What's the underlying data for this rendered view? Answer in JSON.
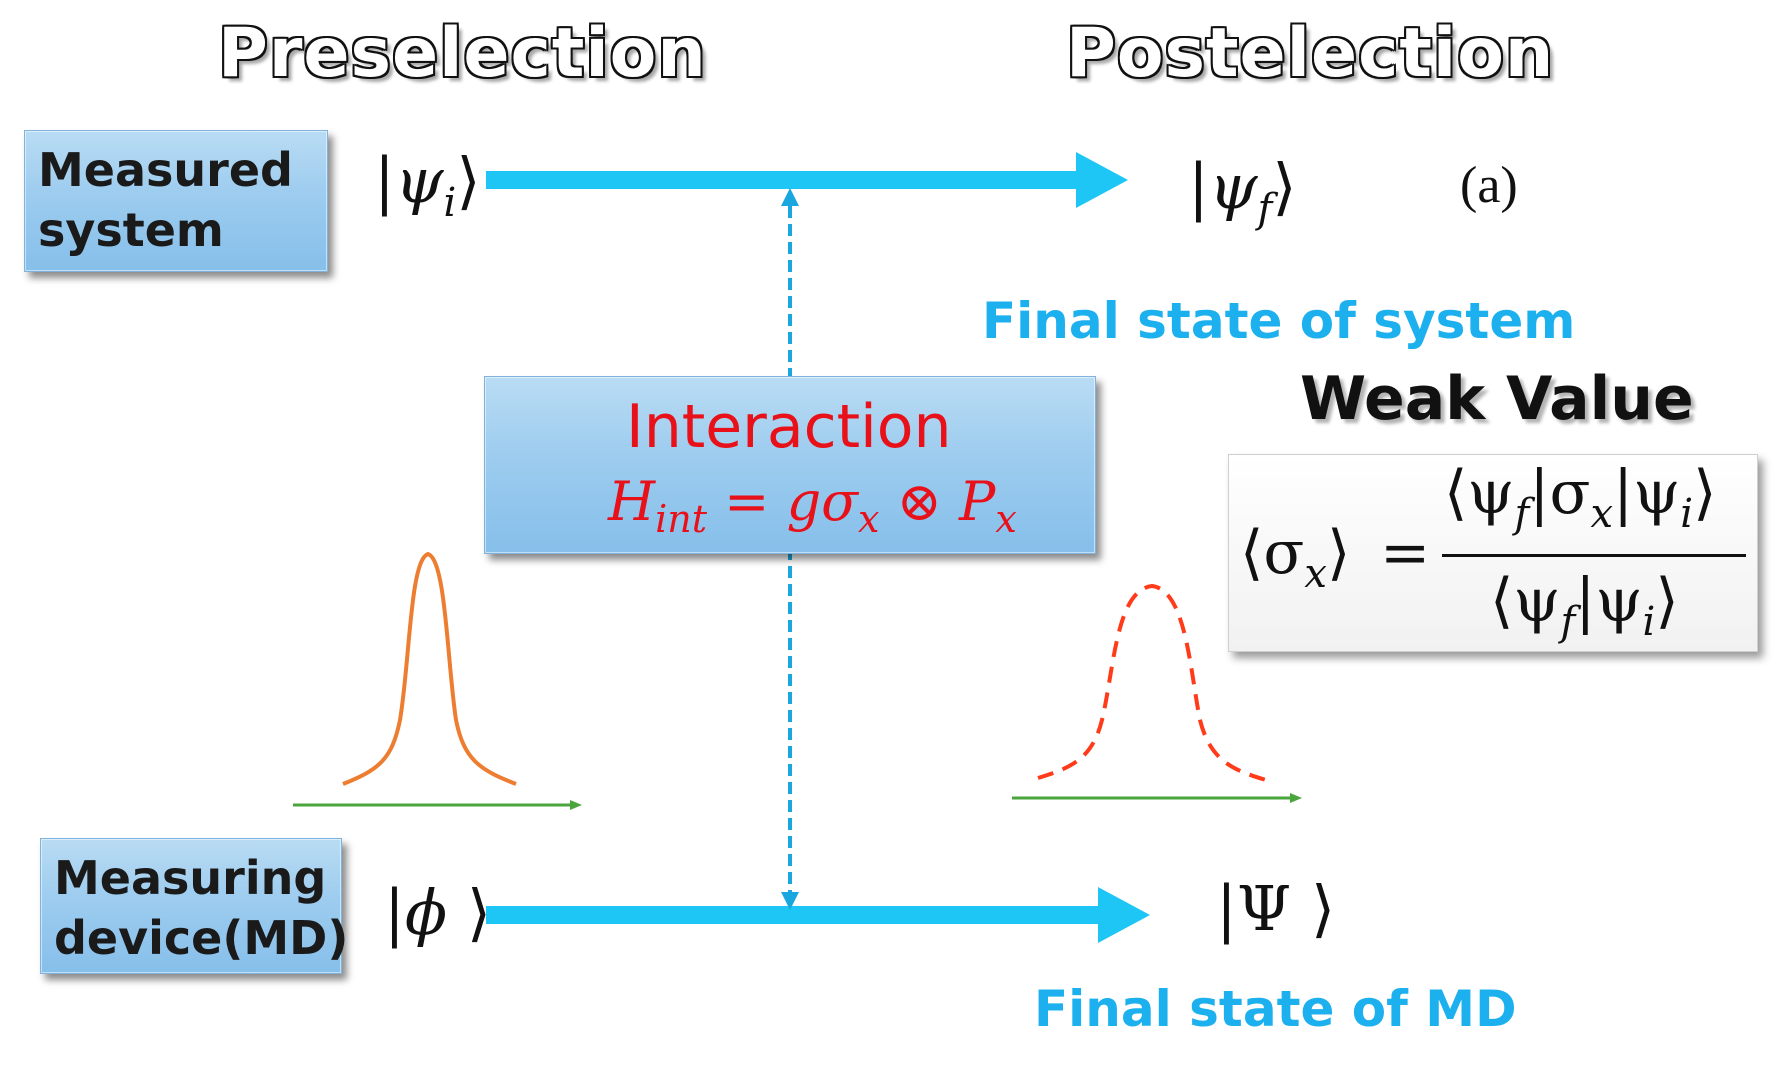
{
  "headings": {
    "left": "Preselection",
    "right": "Postelection"
  },
  "system_box": {
    "label": "Measured\nsystem"
  },
  "device_box": {
    "label": "Measuring\ndevice(MD)"
  },
  "states": {
    "psi_i": {
      "symbol": "ψ",
      "subscript": "i"
    },
    "psi_f": {
      "symbol": "ψ",
      "subscript": "f"
    },
    "phi": {
      "symbol": "ϕ"
    },
    "Psi": {
      "symbol": "Ψ"
    }
  },
  "panel_tag": "(a)",
  "final_state_system": "Final state of system",
  "final_state_md": "Final state of MD",
  "interaction": {
    "title": "Interaction",
    "equation": {
      "H": "H",
      "H_sub": "int",
      "equals_g": " = gσ",
      "sigma_sub": "x",
      "otimes_P": " ⊗ P",
      "P_sub": "x"
    }
  },
  "weak_value": {
    "title": "Weak Value",
    "lhs_open": "⟨σ",
    "lhs_sub": "x",
    "lhs_close": "⟩",
    "equals": "=",
    "numerator": {
      "a": "⟨ψ",
      "a_sub": "f",
      "b": "|σ",
      "b_sub": "x",
      "c": "|ψ",
      "c_sub": "i",
      "d": "⟩"
    },
    "denominator": {
      "a": "⟨ψ",
      "a_sub": "f",
      "b": "|ψ",
      "b_sub": "i",
      "c": "⟩"
    }
  },
  "colors": {
    "arrow": "#1ec6f5",
    "dashed_link": "#1aa7e0",
    "initial_pulse": "#ed7d31",
    "final_pulse": "#ff3b1a",
    "axis": "#4aa63c",
    "label_blue": "#1cb0ee",
    "interaction_red": "#e8111a"
  }
}
